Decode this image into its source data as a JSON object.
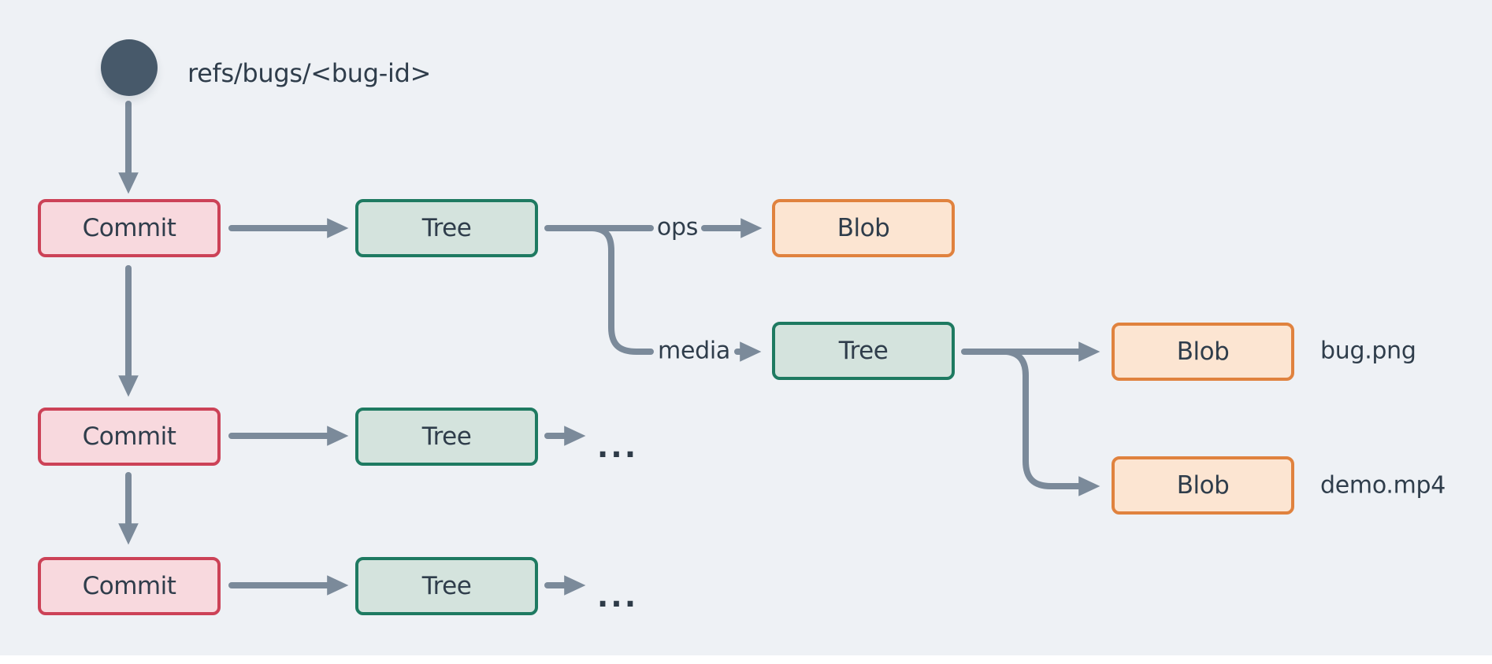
{
  "diagram": {
    "title_semantics": "git object graph for bug refs",
    "labels": {
      "ref": "refs/bugs/<bug-id>",
      "edge_ops": "ops",
      "edge_media": "media",
      "file_bug": "bug.png",
      "file_demo": "demo.mp4",
      "more_row2": "...",
      "more_row3": "..."
    },
    "nodes": {
      "commit1": "Commit",
      "commit2": "Commit",
      "commit3": "Commit",
      "tree_root1": "Tree",
      "tree_root2": "Tree",
      "tree_root3": "Tree",
      "tree_media": "Tree",
      "blob_ops": "Blob",
      "blob_bug": "Blob",
      "blob_demo": "Blob"
    },
    "colors": {
      "background": "#eef1f5",
      "footer_strip": "#ffffff",
      "connector_gray": "#7b8a9a",
      "text": "#2f3d4b",
      "ref_circle": "#47596a",
      "commit_fill": "#f8d9de",
      "commit_border": "#cc4257",
      "tree_fill": "#d4e3dd",
      "tree_border": "#1e7a61",
      "blob_fill": "#fce5d2",
      "blob_border": "#e0823e"
    }
  }
}
